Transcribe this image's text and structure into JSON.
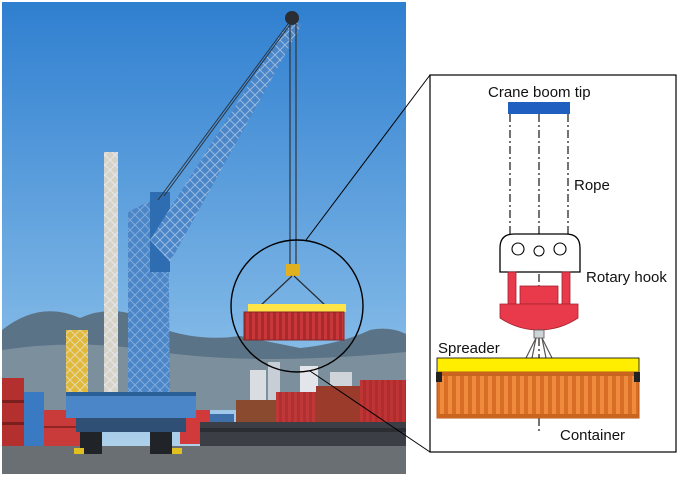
{
  "figure": {
    "photo": {
      "subject": "harbor-mobile-crane-lifting-container"
    },
    "schematic": {
      "labels": {
        "boom_tip": "Crane boom tip",
        "rope": "Rope",
        "rotary_hook": "Rotary hook",
        "spreader": "Spreader",
        "container": "Container"
      }
    },
    "colors": {
      "sky": "#3f8fd6",
      "crane_blue": "#4a86c8",
      "boom_tip": "#1f5fbf",
      "hook_red": "#e83a4a",
      "spreader_yellow": "#ffee00",
      "container_orange": "#f08a3c",
      "container_stripe": "#c9651f",
      "photo_container_red": "#c8383a"
    }
  }
}
